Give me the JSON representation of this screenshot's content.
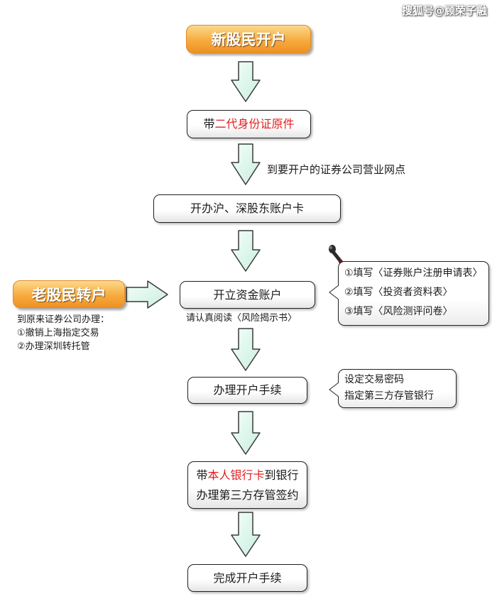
{
  "watermark": "搜狐号@顾荣子融",
  "new_investor": {
    "title": "新股民开户"
  },
  "old_investor": {
    "title": "老股民转户",
    "note_heading": "到原来证券公司办理：",
    "note_items": [
      "①撤销上海指定交易",
      "②办理深圳转托管"
    ]
  },
  "steps": {
    "bring_id": {
      "prefix": "带",
      "highlight": "二代身份证原件"
    },
    "go_to_branch": "到要开户的证券公司营业网点",
    "open_card": "开办沪、深股东账户卡",
    "open_funds": "开立资金账户",
    "read_note": "请认真阅读〈风险揭示书〉",
    "procedures": "办理开户手续",
    "bank_line1_prefix": "带",
    "bank_line1_highlight": "本人银行卡",
    "bank_line1_suffix": "到银行",
    "bank_line2": "办理第三方存管签约",
    "complete": "完成开户手续"
  },
  "forms_callout": {
    "items": [
      "①填写〈证券账户注册申请表〉",
      "②填写〈投资者资料表〉",
      "③填写〈风险测评问卷〉"
    ]
  },
  "password_callout": {
    "items": [
      "设定交易密码",
      "指定第三方存管银行"
    ]
  },
  "colors": {
    "arrow_fill": "#dff8ee",
    "arrow_stroke": "#3a3a3a",
    "orange": "#f7ab3e",
    "highlight_red": "#e02020"
  }
}
